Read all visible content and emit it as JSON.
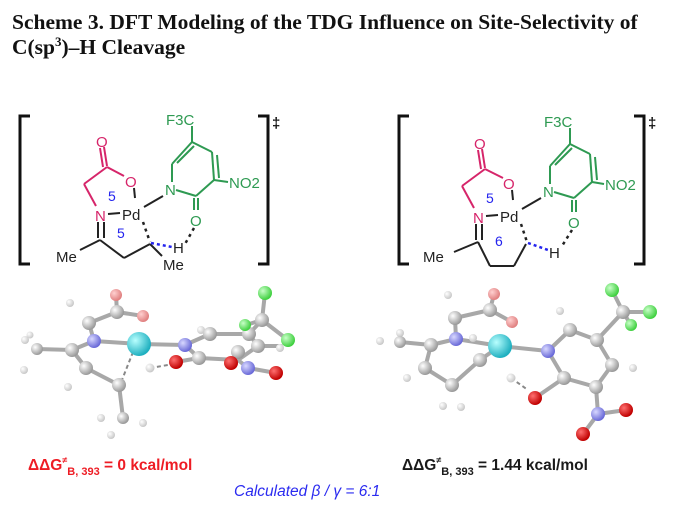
{
  "title": {
    "prefix": "Scheme 3. DFT Modeling of the TDG Influence on Site-Selectivity of C(sp",
    "superscript": "3",
    "suffix": ")–H Cleavage"
  },
  "structures": [
    {
      "id": "beta-TS",
      "dagger": "‡",
      "ring_labels": [
        "5",
        "5"
      ],
      "atoms": {
        "pd": "Pd",
        "n_imine": "N",
        "o_carboxyl": "O",
        "o_carbonyl": "O",
        "n_pyridone": "N",
        "o_pyridone": "O",
        "cf3": "F3C",
        "no2": "NO2",
        "h": "H",
        "me1": "Me",
        "me2": "Me"
      },
      "energy": {
        "prefix": "ΔΔG",
        "sup": "≠",
        "sub": "B, 393",
        "value": "= 0 kcal/mol",
        "color": "#ee1c24"
      }
    },
    {
      "id": "gamma-TS",
      "dagger": "‡",
      "ring_labels": [
        "5",
        "6"
      ],
      "atoms": {
        "pd": "Pd",
        "n_imine": "N",
        "o_carboxyl": "O",
        "o_carbonyl": "O",
        "n_pyridone": "N",
        "o_pyridone": "O",
        "cf3": "F3C",
        "no2": "NO2",
        "h": "H",
        "me1": "Me"
      },
      "energy": {
        "prefix": "ΔΔG",
        "sup": "≠",
        "sub": "B, 393",
        "value": "= 1.44 kcal/mol",
        "color": "#1a1a1a"
      }
    }
  ],
  "ratio": {
    "label": "Calculated β / γ = 6:1",
    "color": "#2b2bf0"
  },
  "colors": {
    "tdg_magenta": "#d6256a",
    "pyridone_green": "#2e9a52",
    "ring_label_blue": "#2424ee",
    "pd_cyan": "#3fc8d0",
    "nitrogen_blue": "#7a7ae0",
    "oxygen_red": "#d01010",
    "fluorine_green": "#5ee05e",
    "carbon_grey": "#b8b8b8"
  }
}
